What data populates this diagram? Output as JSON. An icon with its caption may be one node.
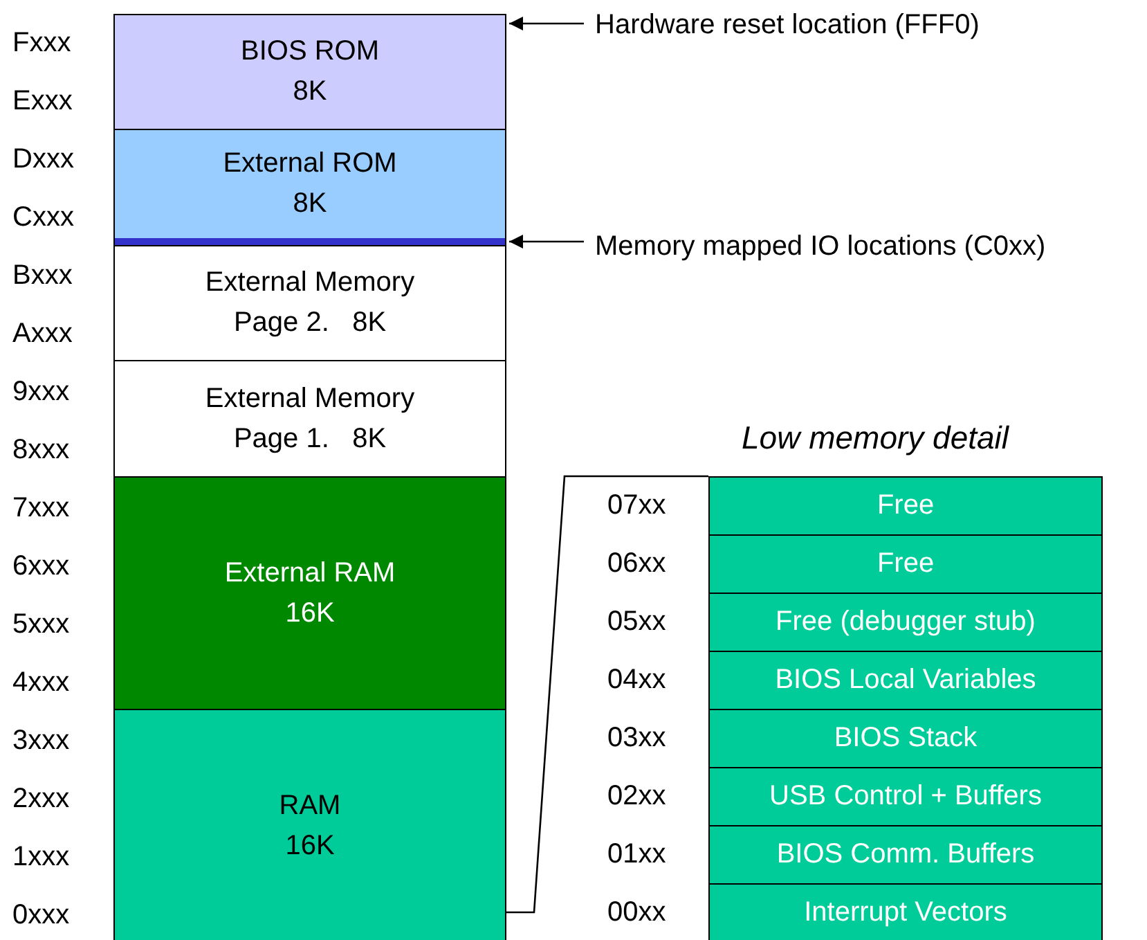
{
  "diagram": {
    "nodes": [
      {
        "text": [
          "BIOS ROM",
          "8K"
        ]
      },
      {
        "text": [
          "External ROM",
          "8K"
        ]
      },
      {
        "text": [],
        "shape": "bar"
      },
      {
        "text": [
          "External Memory",
          "Page 2.   8K"
        ]
      },
      {
        "text": [
          "External Memory",
          "Page 1.   8K"
        ]
      },
      {
        "text": [
          "External RAM",
          "16K"
        ]
      },
      {
        "text": [
          "RAM",
          "16K"
        ]
      },
      {
        "text": [
          "Hardware reset location (FFF0)"
        ]
      },
      {
        "text": [
          "Memory mapped IO locations (C0xx)"
        ]
      },
      {
        "text": [
          "Low memory detail"
        ]
      },
      {
        "text": [
          "Free"
        ],
        "in": 9
      },
      {
        "text": [
          "Free"
        ],
        "in": 9
      },
      {
        "text": [
          "Free (debugger stub)"
        ],
        "in": 9
      },
      {
        "text": [
          "BIOS Local Variables"
        ],
        "in": 9
      },
      {
        "text": [
          "BIOS Stack"
        ],
        "in": 9
      },
      {
        "text": [
          "USB Control + Buffers"
        ],
        "in": 9
      },
      {
        "text": [
          "BIOS Comm. Buffers"
        ],
        "in": 9
      },
      {
        "text": [
          "Interrupt Vectors"
        ],
        "in": 9
      }
    ],
    "edges": [
      {
        "from": 7,
        "to": 0,
        "arrow": "to"
      },
      {
        "from": 8,
        "to": 2,
        "arrow": "to"
      },
      {
        "from": 6,
        "to": 9,
        "arrow": "none"
      }
    ],
    "labels": [
      "Fxxx",
      "Exxx",
      "Dxxx",
      "Cxxx",
      "Bxxx",
      "Axxx",
      "9xxx",
      "8xxx",
      "7xxx",
      "6xxx",
      "5xxx",
      "4xxx",
      "3xxx",
      "2xxx",
      "1xxx",
      "0xxx",
      "07xx",
      "06xx",
      "05xx",
      "04xx",
      "03xx",
      "02xx",
      "01xx",
      "00xx"
    ]
  }
}
